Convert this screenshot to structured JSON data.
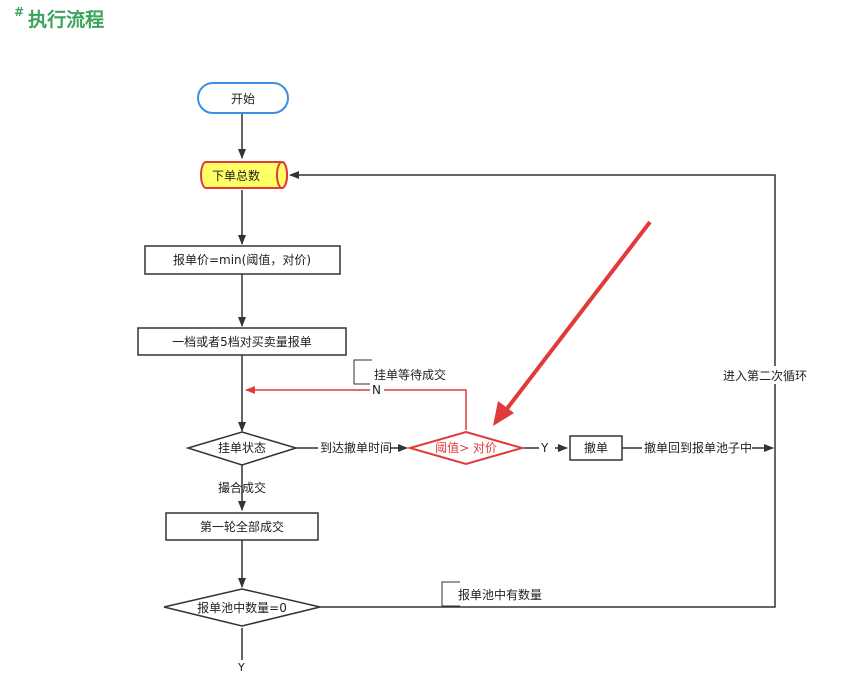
{
  "heading": {
    "hash": "#",
    "title": "执行流程"
  },
  "nodes": {
    "start": "开始",
    "order_total": "下单总数",
    "price": "报单价=min(阈值，对价)",
    "place": "一档或者5档对买卖量报单",
    "order_status": "挂单状态",
    "threshold": "阈值> 对价",
    "cancel": "撤单",
    "round_fill": "第一轮全部成交",
    "pool_zero": "报单池中数量=0"
  },
  "labels": {
    "wait_fill": "挂单等待成交",
    "n": "N",
    "reach_time": "到达撤单时间",
    "y_cancel": "Y",
    "return_pool": "撤单回到报单池子中",
    "second_loop": "进入第二次循环",
    "match_fill": "撮合成交",
    "pool_has": "报单池中有数量",
    "y_bottom": "Y"
  },
  "colors": {
    "heading": "#3aa35d",
    "line": "#333333",
    "accent": "#e03a3a",
    "start_border": "#3b8fe0",
    "cylinder_fill": "#ffff66"
  }
}
